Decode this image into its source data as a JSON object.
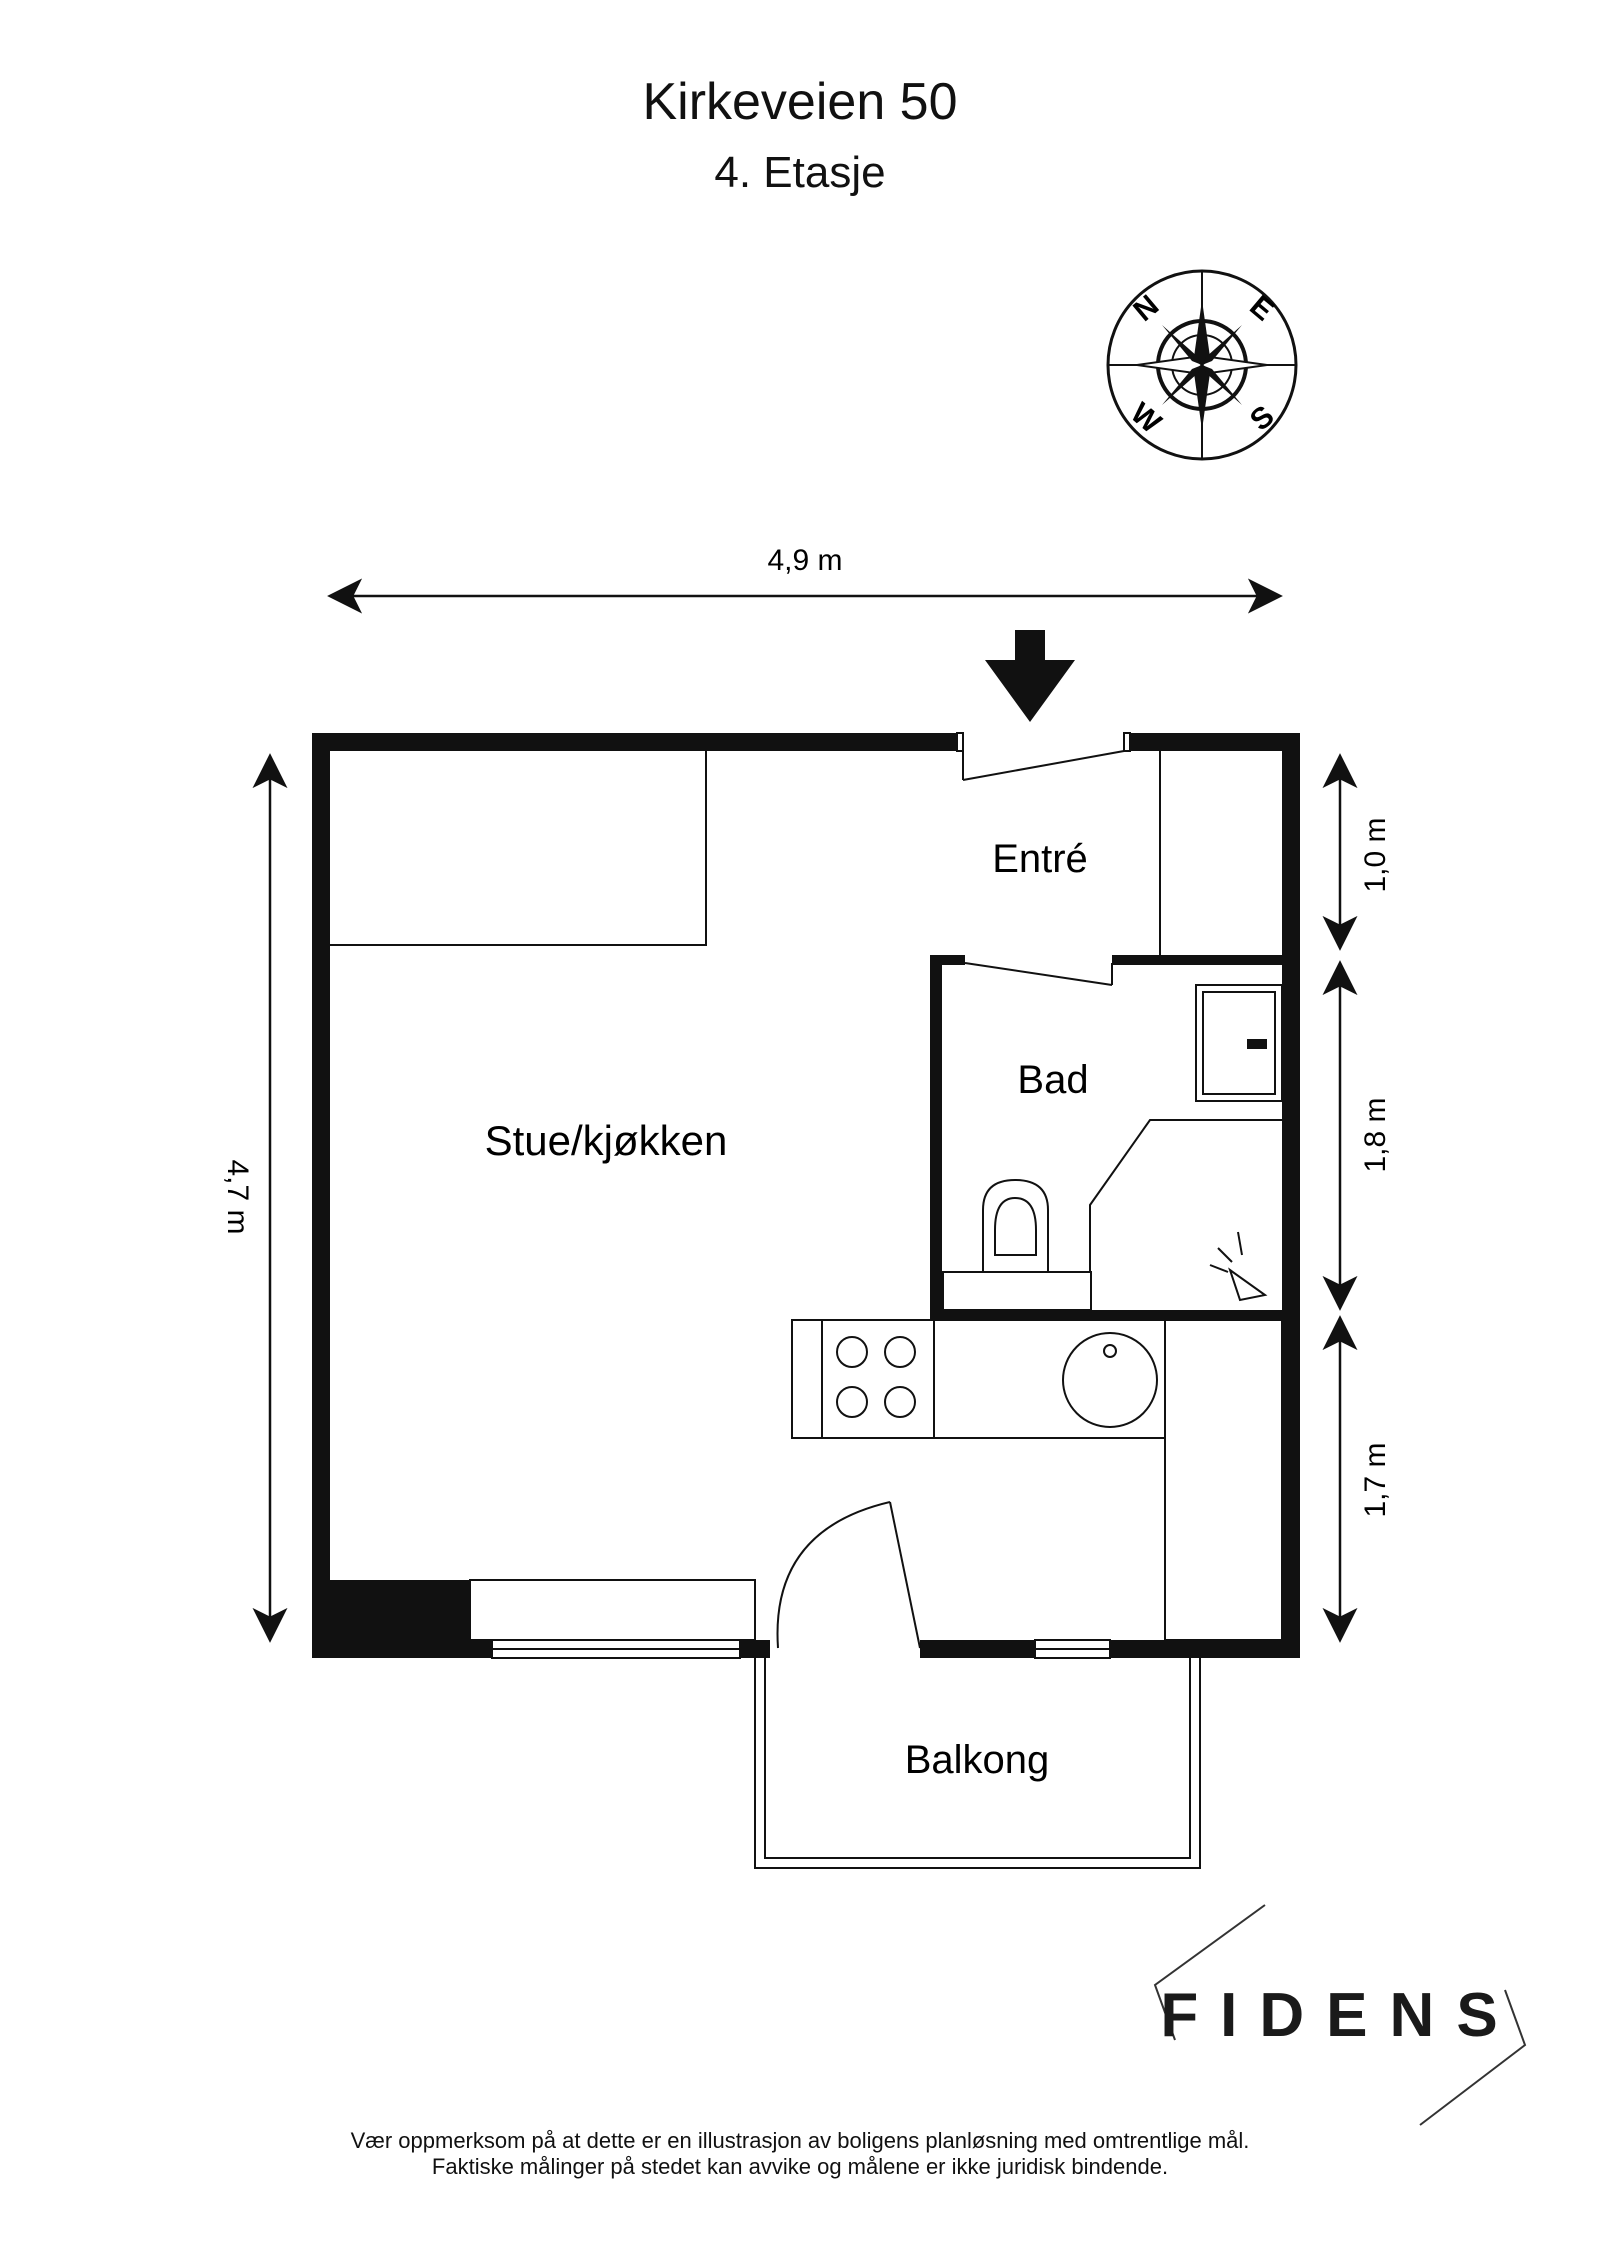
{
  "header": {
    "title": "Kirkeveien 50",
    "floor": "4. Etasje"
  },
  "compass": {
    "labels": [
      "N",
      "E",
      "S",
      "W"
    ]
  },
  "dimensions": {
    "width_total": "4,9 m",
    "height_total": "4,7 m",
    "right_top": "1,0 m",
    "right_middle": "1,8 m",
    "right_bottom": "1,7 m"
  },
  "rooms": {
    "entre": "Entré",
    "bad": "Bad",
    "stue": "Stue/kjøkken",
    "balkong": "Balkong"
  },
  "brand": {
    "logo_text": "FIDENS"
  },
  "disclaimer": {
    "line1": "Vær oppmerksom på at dette er en illustrasjon av boligens planløsning med omtrentlige mål.",
    "line2": "Faktiske målinger på stedet kan avvike og målene er ikke juridisk bindende."
  }
}
